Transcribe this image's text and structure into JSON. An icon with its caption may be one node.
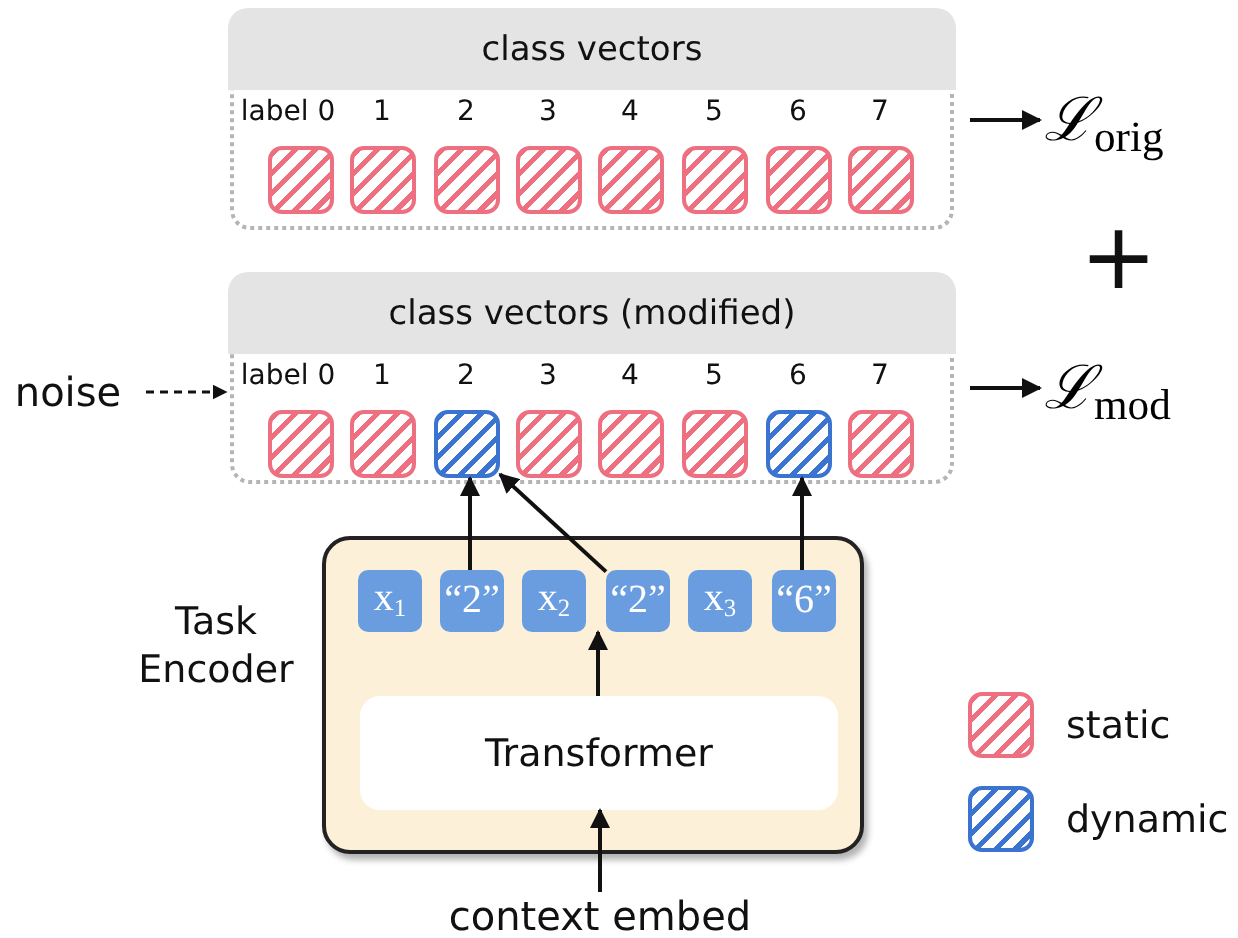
{
  "diagram": {
    "nodes": [
      {
        "text": [
          "class vectors"
        ]
      },
      {
        "text": [],
        "shape": "box",
        "in": 0,
        "beside": [
          "label 0"
        ]
      },
      {
        "text": [],
        "shape": "box",
        "in": 0,
        "beside": [
          "1"
        ]
      },
      {
        "text": [],
        "shape": "box",
        "in": 0,
        "beside": [
          "2"
        ]
      },
      {
        "text": [],
        "shape": "box",
        "in": 0,
        "beside": [
          "3"
        ]
      },
      {
        "text": [],
        "shape": "box",
        "in": 0,
        "beside": [
          "4"
        ]
      },
      {
        "text": [],
        "shape": "box",
        "in": 0,
        "beside": [
          "5"
        ]
      },
      {
        "text": [],
        "shape": "box",
        "in": 0,
        "beside": [
          "6"
        ]
      },
      {
        "text": [],
        "shape": "box",
        "in": 0,
        "beside": [
          "7"
        ]
      },
      {
        "text": [
          "ℒ$_{orig}$"
        ]
      },
      {
        "text": [
          "class vectors (modified)"
        ]
      },
      {
        "text": [],
        "shape": "box",
        "in": 10,
        "beside": [
          "label 0"
        ]
      },
      {
        "text": [],
        "shape": "box",
        "in": 10,
        "beside": [
          "1"
        ]
      },
      {
        "text": [],
        "shape": "box",
        "in": 10,
        "beside": [
          "2"
        ]
      },
      {
        "text": [],
        "shape": "box",
        "in": 10,
        "beside": [
          "3"
        ]
      },
      {
        "text": [],
        "shape": "box",
        "in": 10,
        "beside": [
          "4"
        ]
      },
      {
        "text": [],
        "shape": "box",
        "in": 10,
        "beside": [
          "5"
        ]
      },
      {
        "text": [],
        "shape": "box",
        "in": 10,
        "beside": [
          "6"
        ]
      },
      {
        "text": [],
        "shape": "box",
        "in": 10,
        "beside": [
          "7"
        ]
      },
      {
        "text": [
          "ℒ$_{mod}$"
        ]
      },
      {
        "text": [
          "noise"
        ]
      },
      {
        "text": [
          "Task Encoder"
        ]
      },
      {
        "text": [
          "x$_{1}$"
        ],
        "in": 21
      },
      {
        "text": [
          "“2”"
        ],
        "in": 21
      },
      {
        "text": [
          "x$_{2}$"
        ],
        "in": 21
      },
      {
        "text": [
          "“2”"
        ],
        "in": 21
      },
      {
        "text": [
          "x$_{3}$"
        ],
        "in": 21
      },
      {
        "text": [
          "“6”"
        ],
        "in": 21
      },
      {
        "text": [
          "Transformer"
        ],
        "in": 21
      },
      {
        "text": [
          "context embed"
        ]
      }
    ],
    "edges": [
      {
        "from": 0,
        "to": 9,
        "arrow": "to"
      },
      {
        "from": 10,
        "to": 19,
        "arrow": "to"
      },
      {
        "from": 20,
        "to": 10,
        "arrow": "to",
        "style": "dashed"
      },
      {
        "from": 23,
        "to": 13,
        "arrow": "to"
      },
      {
        "from": 25,
        "to": 13,
        "arrow": "to"
      },
      {
        "from": 27,
        "to": 17,
        "arrow": "to"
      },
      {
        "from": 28,
        "to": 24,
        "arrow": "to"
      },
      {
        "from": 29,
        "to": 28,
        "arrow": "to"
      }
    ],
    "labels": [
      "+"
    ],
    "legend": [
      {
        "text": "static"
      },
      {
        "text": "dynamic"
      }
    ]
  }
}
